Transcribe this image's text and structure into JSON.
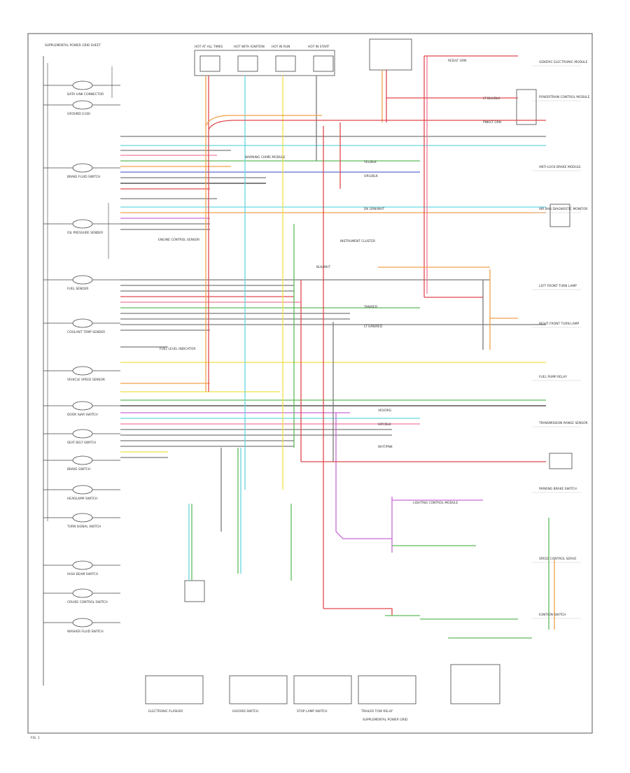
{
  "diagram": {
    "header_label": "SUPPLEMENTAL POWER GRID SHEET",
    "footer_code": "FIG. 1",
    "colors": {
      "red": "#e0484d",
      "pink": "#f07c9c",
      "orange": "#f1a04b",
      "yellow": "#f0e14a",
      "cyan": "#68d6e0",
      "green": "#5dbb5b",
      "blue": "#5b6fd8",
      "violet": "#c66ad6",
      "gray": "#7a7a7a",
      "black": "#333333"
    },
    "fuse_boxes": [
      {
        "label": "HOT AT ALL TIMES"
      },
      {
        "label": "HOT WITH IGNITION"
      },
      {
        "label": "HOT IN RUN"
      },
      {
        "label": "HOT IN START"
      }
    ],
    "left_components": [
      {
        "label": "DATA LINK CONNECTOR"
      },
      {
        "label": "GROUND G100"
      },
      {
        "label": "BRAKE FLUID SWITCH"
      },
      {
        "label": "OIL PRESSURE SENDER"
      },
      {
        "label": "FUEL SENDER"
      },
      {
        "label": "COOLANT TEMP SENDER"
      },
      {
        "label": "VEHICLE SPEED SENSOR"
      },
      {
        "label": "DOOR AJAR SWITCH"
      },
      {
        "label": "SEAT BELT SWITCH"
      },
      {
        "label": "BRAKE SWITCH"
      },
      {
        "label": "HEADLAMP SWITCH"
      },
      {
        "label": "TURN SIGNAL SWITCH"
      },
      {
        "label": "HIGH BEAM SWITCH"
      },
      {
        "label": "CRUISE CONTROL SWITCH"
      },
      {
        "label": "WASHER FLUID SWITCH"
      }
    ],
    "right_components": [
      {
        "label": "GENERIC ELECTRONIC MODULE"
      },
      {
        "label": "POWERTRAIN CONTROL MODULE"
      },
      {
        "label": "ANTI-LOCK BRAKE MODULE"
      },
      {
        "label": "AIR BAG DIAGNOSTIC MONITOR"
      },
      {
        "label": "LEFT FRONT TURN LAMP"
      },
      {
        "label": "RIGHT FRONT TURN LAMP"
      },
      {
        "label": "FUEL PUMP RELAY"
      },
      {
        "label": "TRANSMISSION RANGE SENSOR"
      },
      {
        "label": "PARKING BRAKE SWITCH"
      },
      {
        "label": "SPEED CONTROL SERVO"
      },
      {
        "label": "IGNITION SWITCH"
      }
    ],
    "center_labels": [
      {
        "label": "INSTRUMENT CLUSTER"
      },
      {
        "label": "LIGHTING CONTROL MODULE"
      },
      {
        "label": "WARNING CHIME MODULE"
      },
      {
        "label": "ENGINE CONTROL SENSOR"
      },
      {
        "label": "FUEL LEVEL INDICATOR"
      }
    ],
    "bottom_components": [
      {
        "label": "ELECTRONIC FLASHER"
      },
      {
        "label": "HAZARD SWITCH"
      },
      {
        "label": "STOP LAMP SWITCH"
      },
      {
        "label": "TRAILER TOW RELAY"
      },
      {
        "label": "SUPPLEMENTAL POWER GRID"
      }
    ],
    "wire_tags": [
      {
        "label": "RED/LT GRN"
      },
      {
        "label": "LT BLU/BLK"
      },
      {
        "label": "PNK/LT GRN"
      },
      {
        "label": "YEL/BLK"
      },
      {
        "label": "ORG/BLK"
      },
      {
        "label": "DK GRN/WHT"
      },
      {
        "label": "BLK/WHT"
      },
      {
        "label": "TAN/RED"
      },
      {
        "label": "LT GRN/RED"
      },
      {
        "label": "VIO/ORG"
      },
      {
        "label": "GRY/BLK"
      },
      {
        "label": "WHT/PNK"
      }
    ]
  }
}
